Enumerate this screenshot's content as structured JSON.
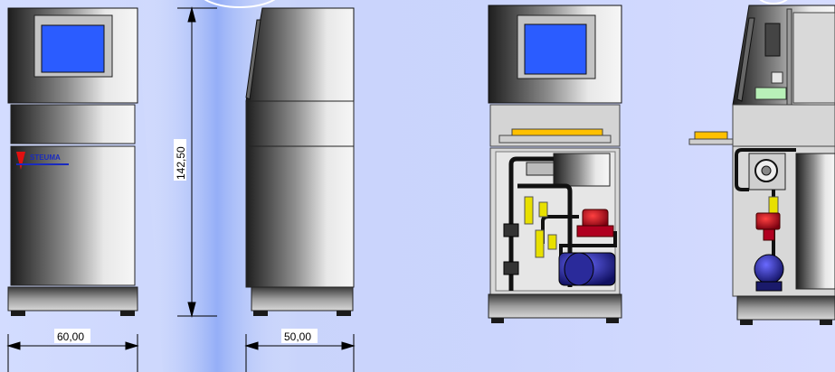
{
  "brand": {
    "name": "STEUMA"
  },
  "dimensions": {
    "front_width": "60,00",
    "height": "142,50",
    "side_width": "50,00"
  },
  "views": [
    {
      "id": "front-closed"
    },
    {
      "id": "side-closed"
    },
    {
      "id": "front-open"
    },
    {
      "id": "side-open"
    }
  ],
  "colors": {
    "background": "#cad4fc",
    "screen": "#2b5cff",
    "cabinet_dark": "#2e2e2e",
    "cabinet_light": "#d9d9d9",
    "valve_yellow": "#e8e000",
    "pump_blue": "#3030a8",
    "pump_red": "#c8102e",
    "tray_orange": "#ffc000"
  }
}
